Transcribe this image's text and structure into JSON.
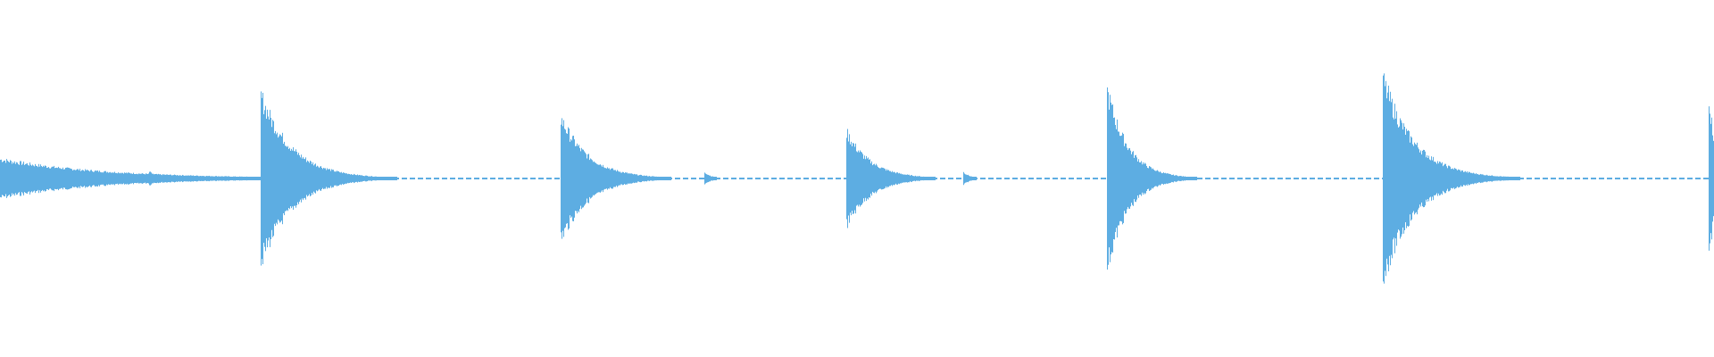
{
  "chart_data": {
    "type": "area",
    "title": "",
    "xlabel": "",
    "ylabel": "",
    "grid": false,
    "legend": "none",
    "color": "#5dade2",
    "background": "#ffffff",
    "ylim": [
      -1,
      1
    ],
    "xlim": [
      0,
      1
    ],
    "events": [
      {
        "onset": 0.0,
        "amplitude": 0.12,
        "decay": 0.06
      },
      {
        "onset": 0.087,
        "amplitude": 0.05,
        "decay": 0.004
      },
      {
        "onset": 0.152,
        "amplitude": 0.52,
        "decay": 0.018
      },
      {
        "onset": 0.327,
        "amplitude": 0.38,
        "decay": 0.016
      },
      {
        "onset": 0.411,
        "amplitude": 0.04,
        "decay": 0.004
      },
      {
        "onset": 0.494,
        "amplitude": 0.29,
        "decay": 0.014
      },
      {
        "onset": 0.562,
        "amplitude": 0.04,
        "decay": 0.004
      },
      {
        "onset": 0.646,
        "amplitude": 0.55,
        "decay": 0.012
      },
      {
        "onset": 0.807,
        "amplitude": 0.62,
        "decay": 0.018
      },
      {
        "onset": 0.997,
        "amplitude": 0.52,
        "decay": 0.004
      }
    ],
    "noise_floor": 0.006
  }
}
